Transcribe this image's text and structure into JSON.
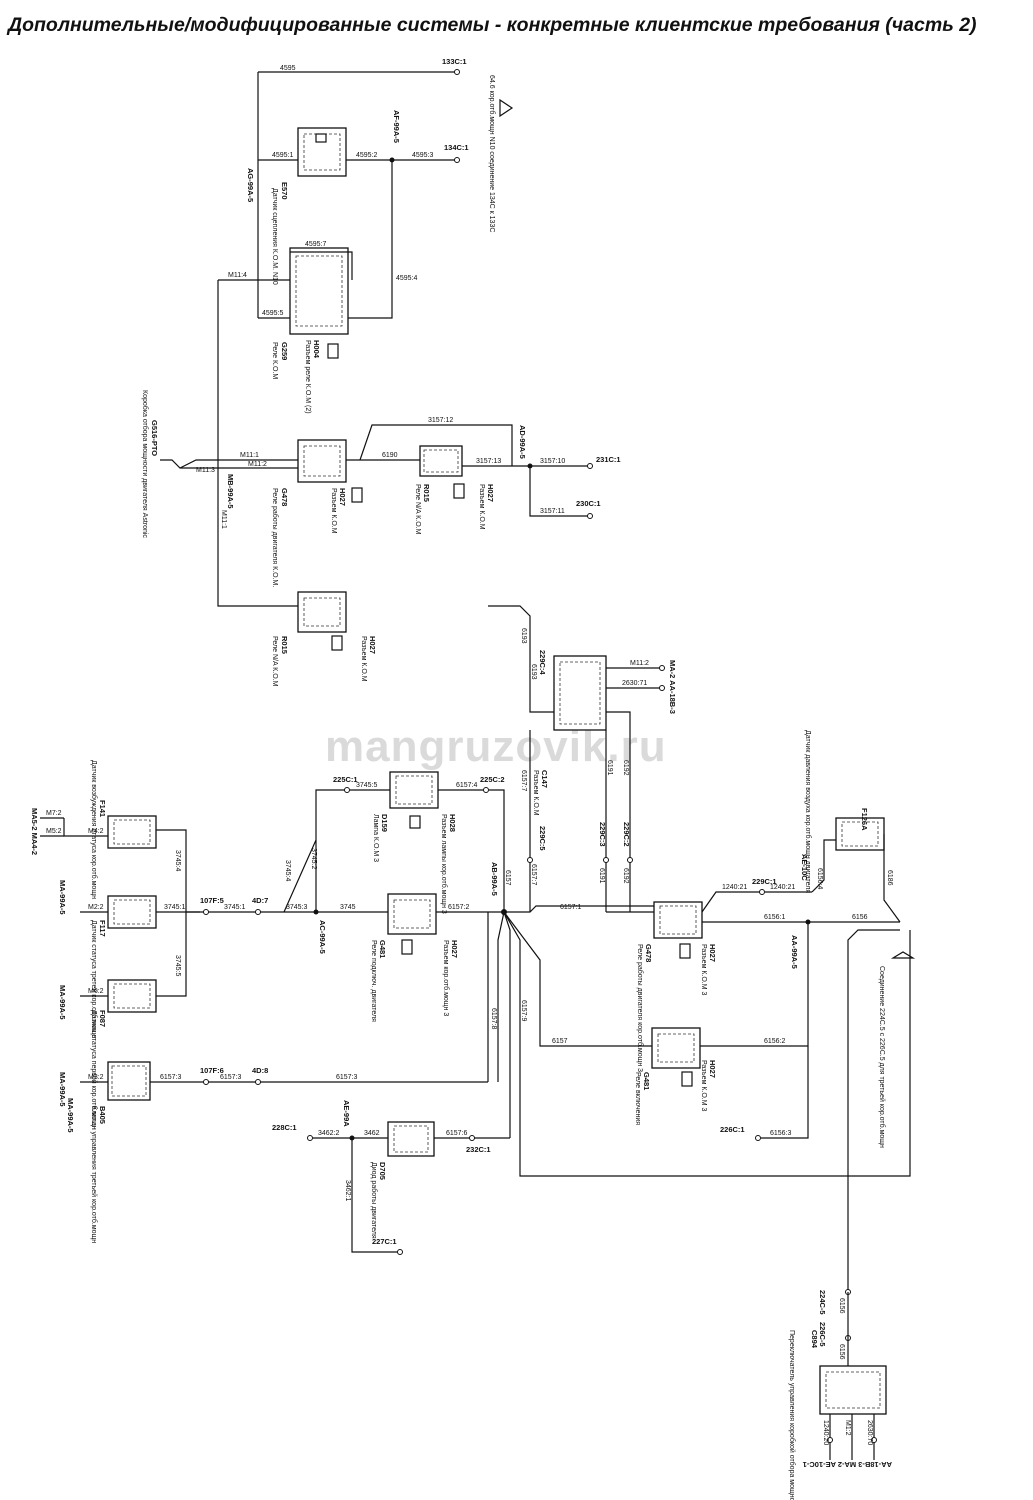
{
  "title": "Дополнительные/модифицированные системы - конкретные клиентские требования (часть 2)",
  "watermark": "mangruzovik.ru",
  "components": {
    "e570": {
      "id": "E570",
      "desc": "Датчик сцепления К.О.М. N10"
    },
    "g259": {
      "id": "G259",
      "desc": "Реле К.О.М"
    },
    "h004": {
      "id": "H004",
      "desc": "Разъем реле К.О.М (2)"
    },
    "g478a": {
      "id": "G478",
      "desc": "Реле работы двигателя К.О.М."
    },
    "h027a": {
      "id": "H027",
      "desc": "Разъем К.О.М"
    },
    "r015a": {
      "id": "R015",
      "desc": "Реле N/A К.О.М"
    },
    "h027b": {
      "id": "H027",
      "desc": "Разъем К.О.М"
    },
    "r015b": {
      "id": "R015",
      "desc": "Реле N/A К.О.М"
    },
    "h027c": {
      "id": "H027",
      "desc": "Разъем К.О.М"
    },
    "c147": {
      "id": "C147",
      "desc": "Разъем К.О.М"
    },
    "g516": {
      "id": "G516-PTO",
      "desc": "Коробка отбора мощности двигателя Astronic"
    },
    "f141": {
      "id": "F141",
      "desc": "Датчик возбуждения статуса кор.отб.мощн"
    },
    "f117": {
      "id": "F117",
      "desc": "Датчик статуса третей кор.отб.мощн"
    },
    "f087": {
      "id": "F087",
      "desc": "Датчик статуса первой кор.отб.мощн"
    },
    "b405": {
      "id": "B405",
      "desc": "Клапан управления третьей кор.отб.мощн"
    },
    "d159": {
      "id": "D159",
      "desc": "Лампа К.О.М 3"
    },
    "h028": {
      "id": "H028",
      "desc": "Разъем лампы кор.отб.мощн 3"
    },
    "g481a": {
      "id": "G481",
      "desc": "Реле подключ. двигателя"
    },
    "h027d": {
      "id": "H027",
      "desc": "Разъем кор.отб.мощн 3"
    },
    "g478b": {
      "id": "G478",
      "desc": "Реле работы двигателя кор.отб.мощн 3"
    },
    "h027e": {
      "id": "H027",
      "desc": "Разъем К.О.М 3"
    },
    "g481b": {
      "id": "G481",
      "desc": "Реле включения"
    },
    "h027f": {
      "id": "H027",
      "desc": "Разъем К.О.М 3"
    },
    "d705": {
      "id": "D705",
      "desc": "Диод работы двигателя"
    },
    "f126": {
      "id": "F126A",
      "desc": "Датчик давления воздуха кор.отб.мощн двигателя"
    },
    "c894": {
      "id": "C894",
      "desc": "Переключатель управления коробкой отбора мощности 3"
    }
  },
  "notes": {
    "note1": "64.6 кор.отб.мощн N10 соединение 134C к 133C",
    "note2": "Соединение 224C.5 c 226C.5 для третьей кор.отб.мощн"
  },
  "connectors": {
    "c133": "133C:1",
    "c134": "134C:1",
    "c231": "231C:1",
    "c230": "230C:1",
    "c229_4": "229C:4",
    "c229_5": "229C:5",
    "c229_3": "229C:3",
    "c229_2": "229C:2",
    "c229_1": "229C:1",
    "c225_1": "225C:1",
    "c225_2": "225C:2",
    "c107_5": "107F:5",
    "c107_6": "107F:6",
    "c4d7": "4D:7",
    "c4d8": "4D:8",
    "c228": "228C:1",
    "c232": "232C:1",
    "c227": "227C:1",
    "c226": "226C:1",
    "c224_5": "224C-5",
    "c226_5": "226C-5"
  },
  "wires": {
    "w4595": "4595",
    "w4595_1": "4595:1",
    "w4595_2": "4595:2",
    "w4595_3": "4595:3",
    "w4595_4": "4595:4",
    "w4595_5": "4595:5",
    "w4595_7": "4595:7",
    "wm11_4": "M11:4",
    "wm11_1": "M11:1",
    "wm11_2": "M11:2",
    "wm11_3": "M11:3",
    "wm11_1b": "M11:1",
    "w6190": "6190",
    "w3157_12": "3157:12",
    "w3157_13": "3157:13",
    "w3157_10": "3157:10",
    "w3157_11": "3157:11",
    "w6193": "6193",
    "w6193b": "6193",
    "wm11_2b": "M11:2",
    "w2630_71": "2630:71",
    "w6191": "6191",
    "w6192": "6192",
    "w6157_7": "6157:7",
    "w6157_4": "6157:4",
    "w3745_2": "3745:2",
    "w3745_1": "3745:1",
    "w3745_4": "3745:4",
    "w3745_5": "3745:5",
    "w3745_3": "3745:3",
    "w3745": "3745",
    "w3745b": "3745:1",
    "w6157_2": "6157:2",
    "w6157_1": "6157:1",
    "w6157": "6157",
    "w6157_8": "6157:8",
    "w6157_9": "6157:9",
    "w6157_3": "6157:3",
    "w6157_3b": "6157:3",
    "w6157_3c": "6157:3",
    "w1240_21": "1240:21",
    "w1240_21b": "1240:21",
    "w6156_1": "6156:1",
    "w6156": "6156",
    "w6156_4": "6156:4",
    "w6156_2": "6156:2",
    "w6156_3": "6156:3",
    "w6186": "6186",
    "w3462_2": "3462:2",
    "w3462": "3462",
    "w3462_1": "3462:1",
    "w6157_6": "6157:6",
    "wm4_2": "M4:2",
    "wm2_2": "M2:2",
    "wm6_2": "M6:2",
    "wm3_2": "M3:2",
    "wm7_2": "M7:2",
    "wm5_2": "M5:2",
    "w6156c": "6156",
    "w6156d": "6156",
    "w1240_20": "1240:20",
    "wm1_2": "M1:2",
    "w2630_70": "2630:70"
  },
  "splices": {
    "ag99a5": "AG-99A-5",
    "af99a5": "AF-99A-5",
    "mb99a5": "MB-99A-5",
    "ad99a5": "AD-99A-5",
    "ab99a5": "AB-99A-5",
    "ac99a5": "AC-99A-5",
    "ae99a": "AE-99A",
    "ae10c": "AE-10C",
    "aa99a5": "AA-99A-5",
    "ma99a5_1": "MA-99A-5",
    "ma99a5_2": "MA-99A-5",
    "ma99a5_3": "MA-99A-5",
    "ma99a5_4": "MA-99A-5"
  },
  "endpoints": {
    "ep1": "MA-2 AA-18B-3",
    "ep2": "MA5-2 MA4-2",
    "ep3": "AA-18B-3 MA-2 AE-10C-1"
  }
}
